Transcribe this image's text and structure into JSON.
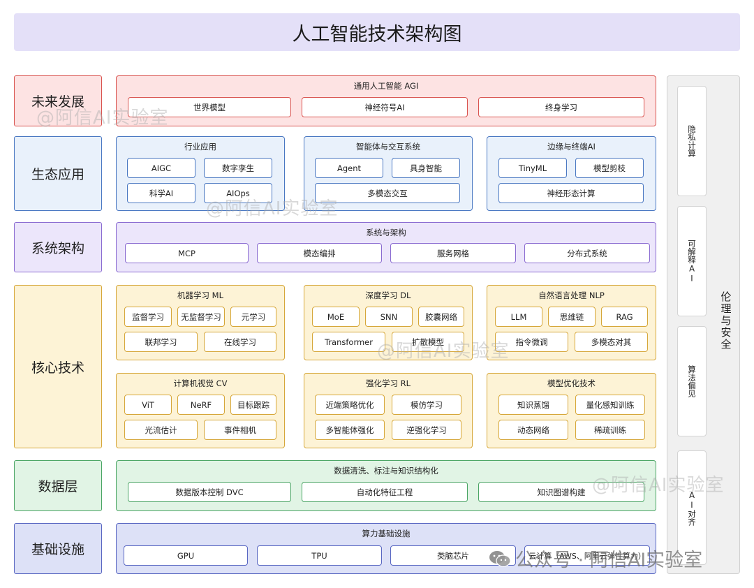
{
  "title": "人工智能技术架构图",
  "rows": {
    "future": {
      "label": "未来发展",
      "panel_title": "通用人工智能 AGI",
      "items": [
        "世界模型",
        "神经符号AI",
        "终身学习"
      ]
    },
    "eco": {
      "label": "生态应用",
      "groups": [
        {
          "title": "行业应用",
          "items": [
            "AIGC",
            "数字孪生",
            "科学AI",
            "AIOps"
          ]
        },
        {
          "title": "智能体与交互系统",
          "items": [
            "Agent",
            "具身智能",
            "多模态交互"
          ]
        },
        {
          "title": "边缘与终端AI",
          "items": [
            "TinyML",
            "模型剪枝",
            "神经形态计算"
          ]
        }
      ]
    },
    "sys": {
      "label": "系统架构",
      "panel_title": "系统与架构",
      "items": [
        "MCP",
        "模态编排",
        "服务网格",
        "分布式系统"
      ]
    },
    "core": {
      "label": "核心技术",
      "groups": [
        {
          "title": "机器学习 ML",
          "items": [
            "监督学习",
            "无监督学习",
            "元学习",
            "联邦学习",
            "在线学习"
          ]
        },
        {
          "title": "深度学习 DL",
          "items": [
            "MoE",
            "SNN",
            "胶囊网络",
            "Transformer",
            "扩散模型"
          ]
        },
        {
          "title": "自然语言处理 NLP",
          "items": [
            "LLM",
            "思维链",
            "RAG",
            "指令微调",
            "多模态对其"
          ]
        },
        {
          "title": "计算机视觉 CV",
          "items": [
            "ViT",
            "NeRF",
            "目标跟踪",
            "光流估计",
            "事件相机"
          ]
        },
        {
          "title": "强化学习 RL",
          "items": [
            "近端策略优化",
            "模仿学习",
            "多智能体强化",
            "逆强化学习"
          ]
        },
        {
          "title": "模型优化技术",
          "items": [
            "知识蒸馏",
            "量化感知训练",
            "动态网络",
            "稀疏训练"
          ]
        }
      ]
    },
    "data": {
      "label": "数据层",
      "panel_title": "数据清洗、标注与知识结构化",
      "items": [
        "数据版本控制 DVC",
        "自动化特征工程",
        "知识图谱构建"
      ]
    },
    "infra": {
      "label": "基础设施",
      "panel_title": "算力基础设施",
      "items": [
        "GPU",
        "TPU",
        "类脑芯片",
        "云计算（AWS、阿里云弹性算力）"
      ]
    }
  },
  "side": {
    "title": "伦理与安全",
    "items": [
      "隐私计算",
      "可解释AI",
      "算法偏见",
      "AI对齐"
    ]
  },
  "watermarks": {
    "text": "@阿信AI实验室",
    "footer": "公众号 · 阿信AI实验室"
  },
  "icons": {
    "footer": "wechat-icon"
  },
  "colors": {
    "future": "#d9534f",
    "eco": "#4a78c2",
    "sys": "#8a6bd1",
    "core": "#d6a73a",
    "data": "#4aa564",
    "infra": "#5967c2",
    "title_bg": "#e4e0f8"
  }
}
